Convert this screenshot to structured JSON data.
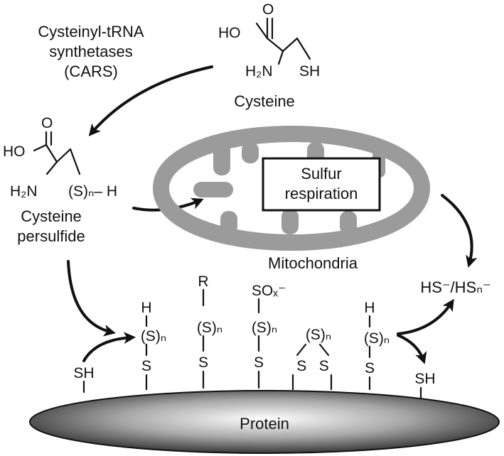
{
  "labels": {
    "cars_line1": "Cysteinyl-tRNA",
    "cars_line2": "synthetases",
    "cars_line3": "(CARS)",
    "cysteine": "Cysteine",
    "persulfide_line1": "Cysteine",
    "persulfide_line2": "persulfide",
    "sulfur_resp_line1": "Sulfur",
    "sulfur_resp_line2": "respiration",
    "mitochondria": "Mitochondria",
    "hydrosulfide": "HS⁻/HSₙ⁻",
    "protein": "Protein"
  },
  "cysteine_atoms": {
    "o": "O",
    "ho": "HO",
    "h2n": "H₂N",
    "sh": "SH"
  },
  "persulfide_atoms": {
    "o": "O",
    "ho": "HO",
    "h2n": "H₂N",
    "sn_h": "(S)ₙ– H"
  },
  "protein_residues": [
    {
      "top": "",
      "mid": "",
      "bottom": "SH"
    },
    {
      "top": "H",
      "mid": "(S)ₙ",
      "bottom": "S"
    },
    {
      "top": "R",
      "mid": "(S)ₙ",
      "bottom": "S"
    },
    {
      "top": "SOₓ⁻",
      "mid": "(S)ₙ",
      "bottom": "S"
    },
    {
      "top": "",
      "mid": "(S)ₙ",
      "bottom": "S   S"
    },
    {
      "top": "H",
      "mid": "(S)ₙ",
      "bottom": "S"
    },
    {
      "top": "",
      "mid": "",
      "bottom": "SH"
    }
  ]
}
